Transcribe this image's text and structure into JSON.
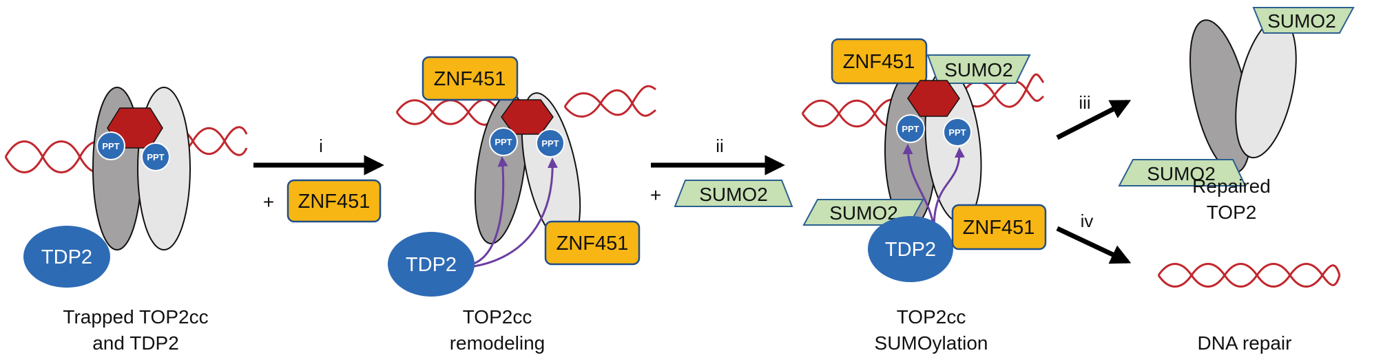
{
  "labels": {
    "tdp2": "TDP2",
    "znf451": "ZNF451",
    "sumo2": "SUMO2",
    "ppt": "PPT",
    "plus": "+"
  },
  "steps": {
    "i": "i",
    "ii": "ii",
    "iii": "iii",
    "iv": "iv"
  },
  "captions": {
    "panel1": {
      "line1": "Trapped TOP2cc",
      "line2": "and TDP2"
    },
    "panel2": {
      "line1": "TOP2cc",
      "line2": "remodeling"
    },
    "panel3": {
      "line1": "TOP2cc",
      "line2": "SUMOylation"
    },
    "panel4": {
      "line1": "Repaired",
      "line2": "TOP2"
    },
    "panel5": {
      "line1": "DNA repair"
    }
  },
  "colors": {
    "dna": "#c1272d",
    "drug": "#b71c1c",
    "tdp2": "#2e6bb5",
    "znf451_fill": "#f7b614",
    "znf451_stroke": "#1f4e8c",
    "sumo2_fill": "#c7e0b4",
    "sumo2_stroke": "#2b5f8f",
    "top2_dark": "#a3a1a1",
    "top2_light": "#e6e6e6",
    "arrow": "#000000",
    "purple": "#6b3fa0"
  }
}
